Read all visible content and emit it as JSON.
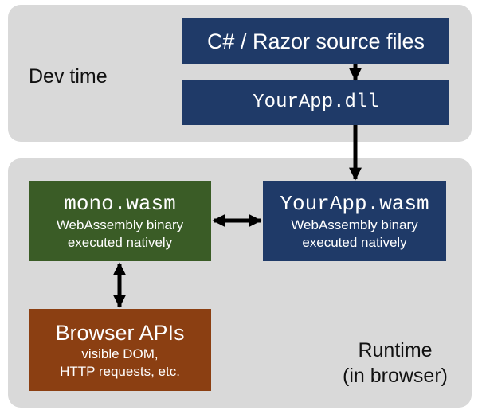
{
  "dev_time": {
    "label": "Dev time",
    "source_box": "C# / Razor source files",
    "dll_box": "YourApp.dll"
  },
  "runtime": {
    "label_line1": "Runtime",
    "label_line2": "(in browser)",
    "mono_box": {
      "title": "mono.wasm",
      "line1": "WebAssembly binary",
      "line2": "executed natively"
    },
    "app_box": {
      "title": "YourApp.wasm",
      "line1": "WebAssembly binary",
      "line2": "executed natively"
    },
    "browser_box": {
      "title": "Browser APIs",
      "line1": "visible DOM,",
      "line2": "HTTP requests, etc."
    }
  },
  "colors": {
    "panel": "#d9d9d9",
    "navy": "#1f3a68",
    "green": "#3a5c26",
    "rust": "#8b3f12",
    "arrow": "#000000"
  }
}
